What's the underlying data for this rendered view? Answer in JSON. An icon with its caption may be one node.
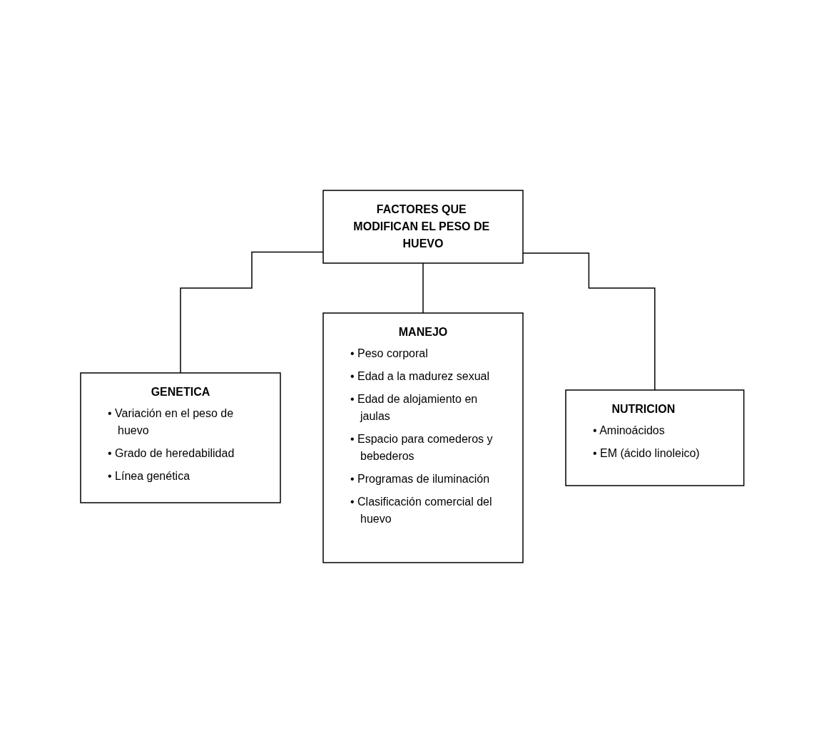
{
  "diagram": {
    "nodes": [
      {
        "text": [
          "FACTORES QUE MODIFICAN EL PESO DE HUEVO"
        ]
      },
      {
        "text": [
          "GENETICA",
          "• Variación en el peso de huevo",
          "• Grado de heredabilidad",
          "• Línea genética"
        ]
      },
      {
        "text": [
          "MANEJO",
          "• Peso corporal",
          "• Edad a la madurez sexual",
          "• Edad de alojamiento en jaulas",
          "• Espacio para comederos y bebederos",
          "• Programas de iluminación",
          "• Clasificación comercial del huevo"
        ]
      },
      {
        "text": [
          "NUTRICION",
          "• Aminoácidos",
          "• EM (ácido linoleico)"
        ]
      }
    ],
    "edges": [
      {
        "from": 0,
        "to": 1,
        "arrow": "none"
      },
      {
        "from": 0,
        "to": 2,
        "arrow": "none"
      },
      {
        "from": 0,
        "to": 3,
        "arrow": "none"
      }
    ]
  }
}
